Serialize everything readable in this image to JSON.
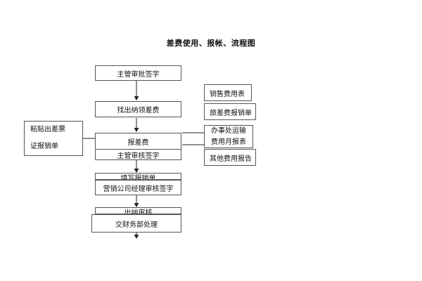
{
  "title": "差费使用、报帐、流程图",
  "main_flow": {
    "step1": "主管审批签字",
    "step2": "找出纳领差费",
    "step3a": "报差费",
    "step3b": "主管审核签字",
    "step4a": "填写报销单",
    "step4b": "营销公司经理审核签字",
    "step5a": "出纳审核",
    "step5b": "交财务部处理"
  },
  "left_box": {
    "line1": "粘贴出差票",
    "line2": "证报销单"
  },
  "right_boxes": {
    "r1": "销售费用表",
    "r2": "旅差费报销单",
    "r3_line1": "办事处运输",
    "r3_line2": "费用月报表",
    "r4": "其他费用报告"
  }
}
